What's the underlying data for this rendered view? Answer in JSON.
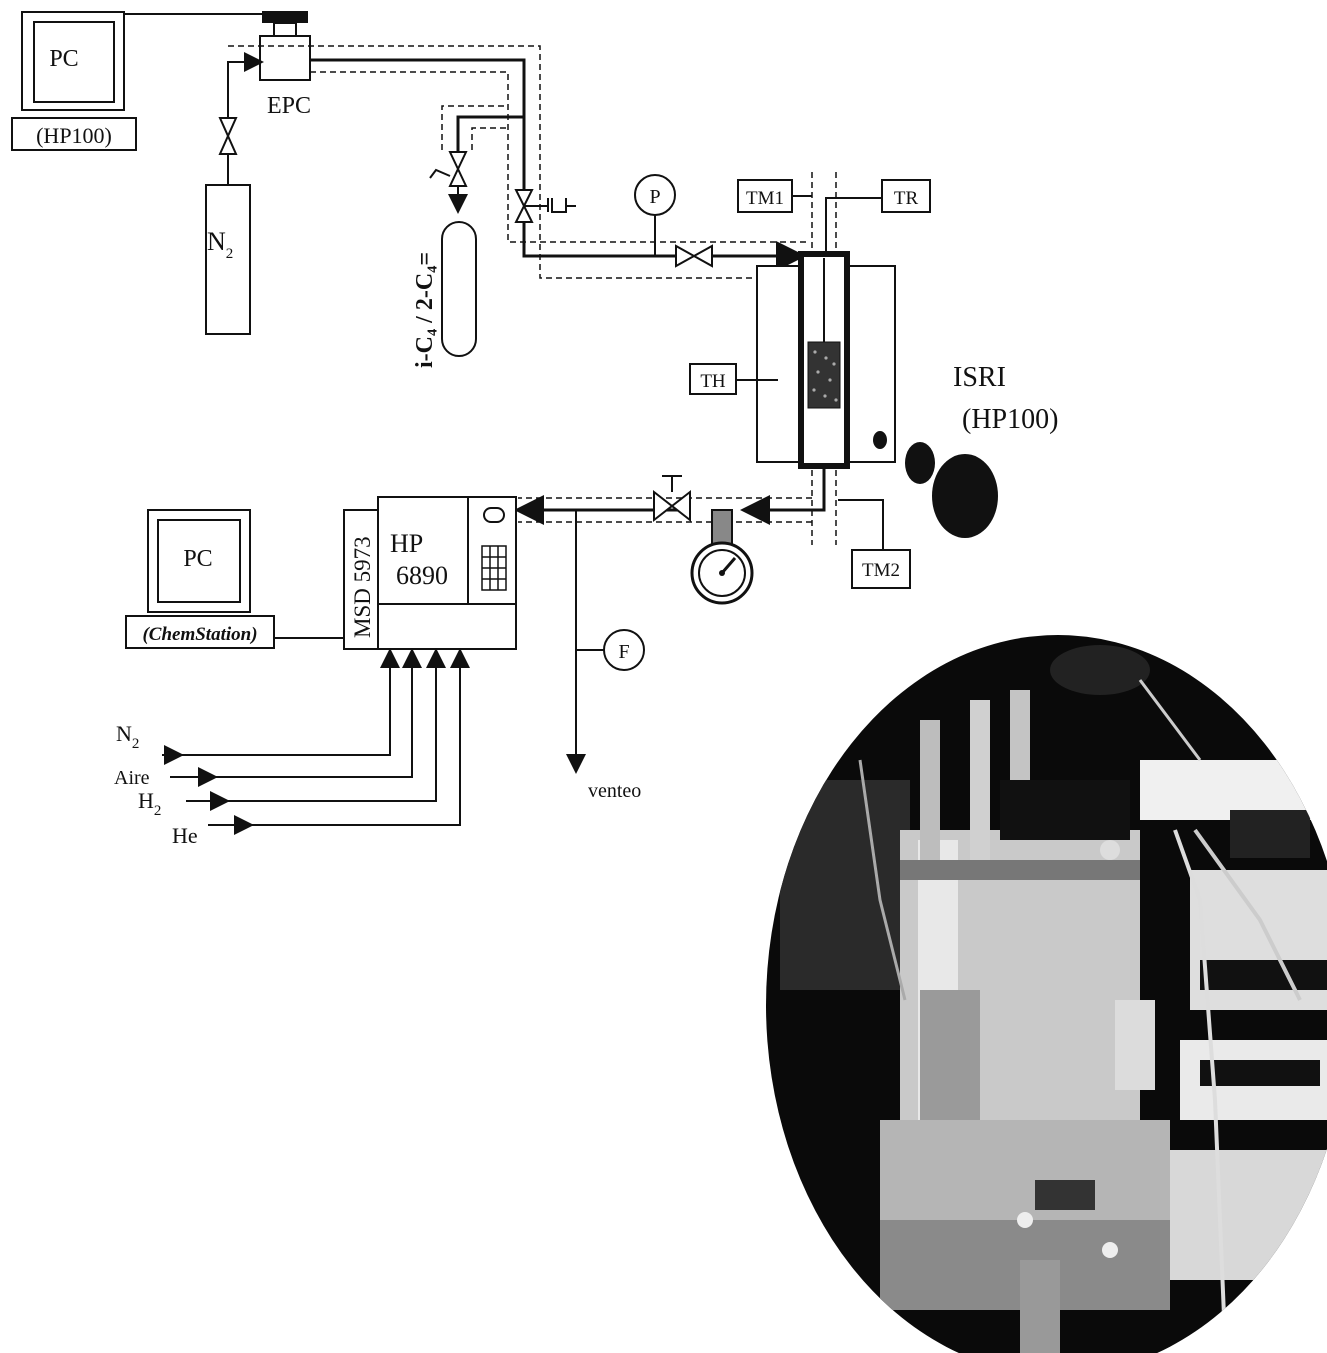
{
  "top_pc": {
    "screen_label": "PC",
    "model_label": "(HP100)"
  },
  "epc": {
    "label": "EPC"
  },
  "n2_cylinder": {
    "label": "N",
    "sub": "2"
  },
  "feed_cylinder": {
    "label": "i-C₄ / 2-C₄="
  },
  "gauges": {
    "p": "P",
    "f": "F"
  },
  "sensors": {
    "tm1": "TM1",
    "tr": "TR",
    "th": "TH",
    "tm2": "TM2"
  },
  "reactor": {
    "name": "ISRI",
    "model": "(HP100)"
  },
  "gc": {
    "msd": "MSD 5973",
    "hp": "HP",
    "model": "6890"
  },
  "bottom_pc": {
    "screen_label": "PC",
    "software_label": "(ChemStation)"
  },
  "gas_inputs": {
    "n2": "N",
    "n2_sub": "2",
    "aire": "Aire",
    "h2": "H",
    "h2_sub": "2",
    "he": "He"
  },
  "vent": {
    "label": "venteo"
  },
  "colors": {
    "ink": "#111111",
    "photo_dark": "#0a0a0a",
    "photo_metal": "#c9c9c9"
  }
}
